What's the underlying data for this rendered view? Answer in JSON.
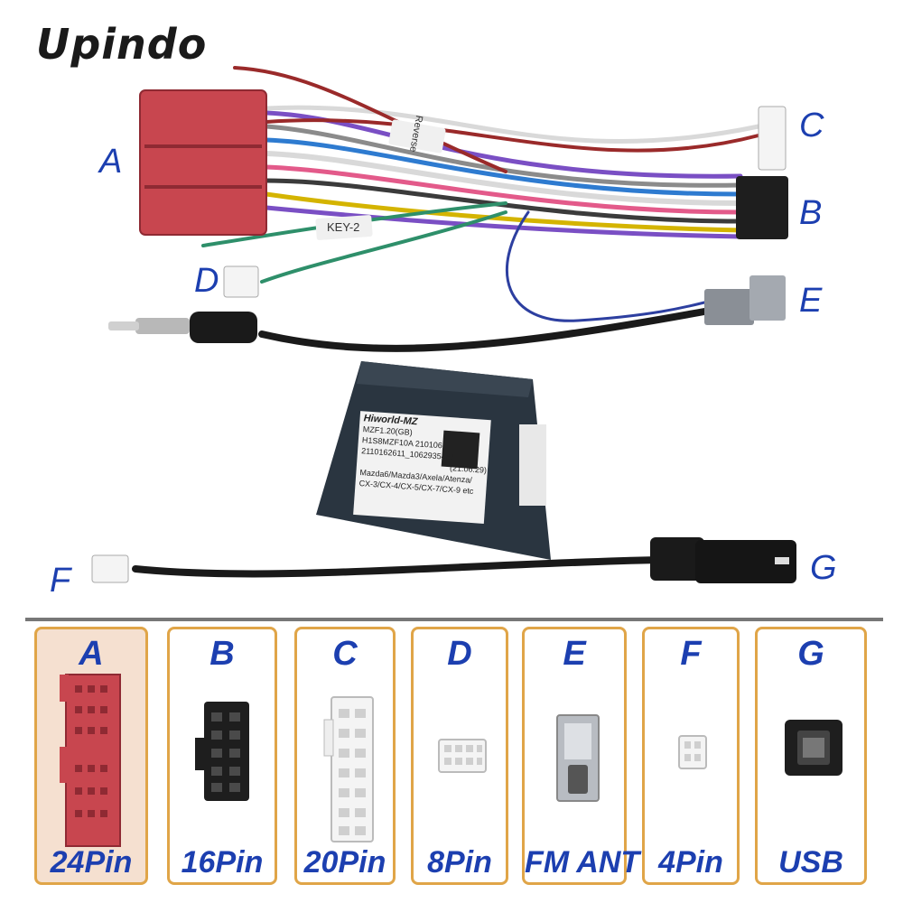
{
  "brand": {
    "logo_text": "Upindo"
  },
  "photo": {
    "callouts": {
      "a": "A",
      "b": "B",
      "c": "C",
      "d": "D",
      "e": "E",
      "f": "F",
      "g": "G"
    },
    "tags": {
      "reverse": "Reverse",
      "key": "KEY-2"
    },
    "decoder_label": {
      "brand": "Hiworld-MZ",
      "line1": "MZF1.20(GB)",
      "line2": "H1S8MZF10A    210106",
      "line3": "2110162611_1062935481",
      "line4": "Mazda6/Mazda3/Axela/Atenza/",
      "line5": "CX-3/CX-4/CX-5/CX-7/CX-9 etc",
      "date": "(21.06.29)"
    }
  },
  "connectors": [
    {
      "letter": "A",
      "caption": "24Pin"
    },
    {
      "letter": "B",
      "caption": "16Pin"
    },
    {
      "letter": "C",
      "caption": "20Pin"
    },
    {
      "letter": "D",
      "caption": "8Pin"
    },
    {
      "letter": "E",
      "caption": "FM ANT"
    },
    {
      "letter": "F",
      "caption": "4Pin"
    },
    {
      "letter": "G",
      "caption": "USB"
    }
  ],
  "colors": {
    "accent_blue": "#1c3fb0",
    "tile_border": "#e0a548",
    "harness_red": "#c8464f",
    "decoder_body": "#2a3540"
  }
}
